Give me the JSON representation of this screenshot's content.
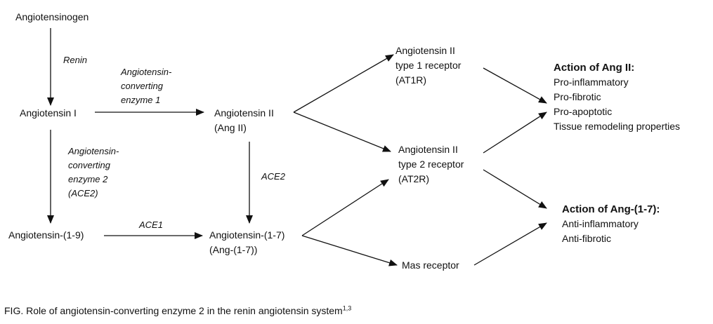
{
  "nodes": {
    "angiotensinogen": "Angiotensinogen",
    "angiotensin_i": "Angiotensin I",
    "angiotensin_ii": [
      "Angiotensin II",
      "(Ang II)"
    ],
    "angiotensin_1_9": "Angiotensin-(1-9)",
    "angiotensin_1_7": [
      "Angiotensin-(1-7)",
      "(Ang-(1-7))"
    ],
    "at1r": [
      "Angiotensin II",
      "type 1 receptor",
      "(AT1R)"
    ],
    "at2r": [
      "Angiotensin II",
      "type 2 receptor",
      "(AT2R)"
    ],
    "mas": "Mas receptor"
  },
  "enzymes": {
    "renin": "Renin",
    "ace_top": [
      "Angiotensin-",
      "converting",
      "enzyme 1"
    ],
    "ace2_left": [
      "Angiotensin-",
      "converting",
      "enzyme 2",
      "(ACE2)"
    ],
    "ace2_mid": "ACE2",
    "ace1": "ACE1"
  },
  "actions": {
    "ang_ii": {
      "title": "Action of Ang II:",
      "items": [
        "Pro-inflammatory",
        "Pro-fibrotic",
        "Pro-apoptotic",
        "Tissue remodeling properties"
      ]
    },
    "ang_1_7": {
      "title": "Action of Ang-(1-7):",
      "items": [
        "Anti-inflammatory",
        "Anti-fibrotic"
      ]
    }
  },
  "caption": {
    "text": "FIG.  Role of angiotensin-converting enzyme 2 in the renin angiotensin system",
    "refs": "1,3"
  }
}
